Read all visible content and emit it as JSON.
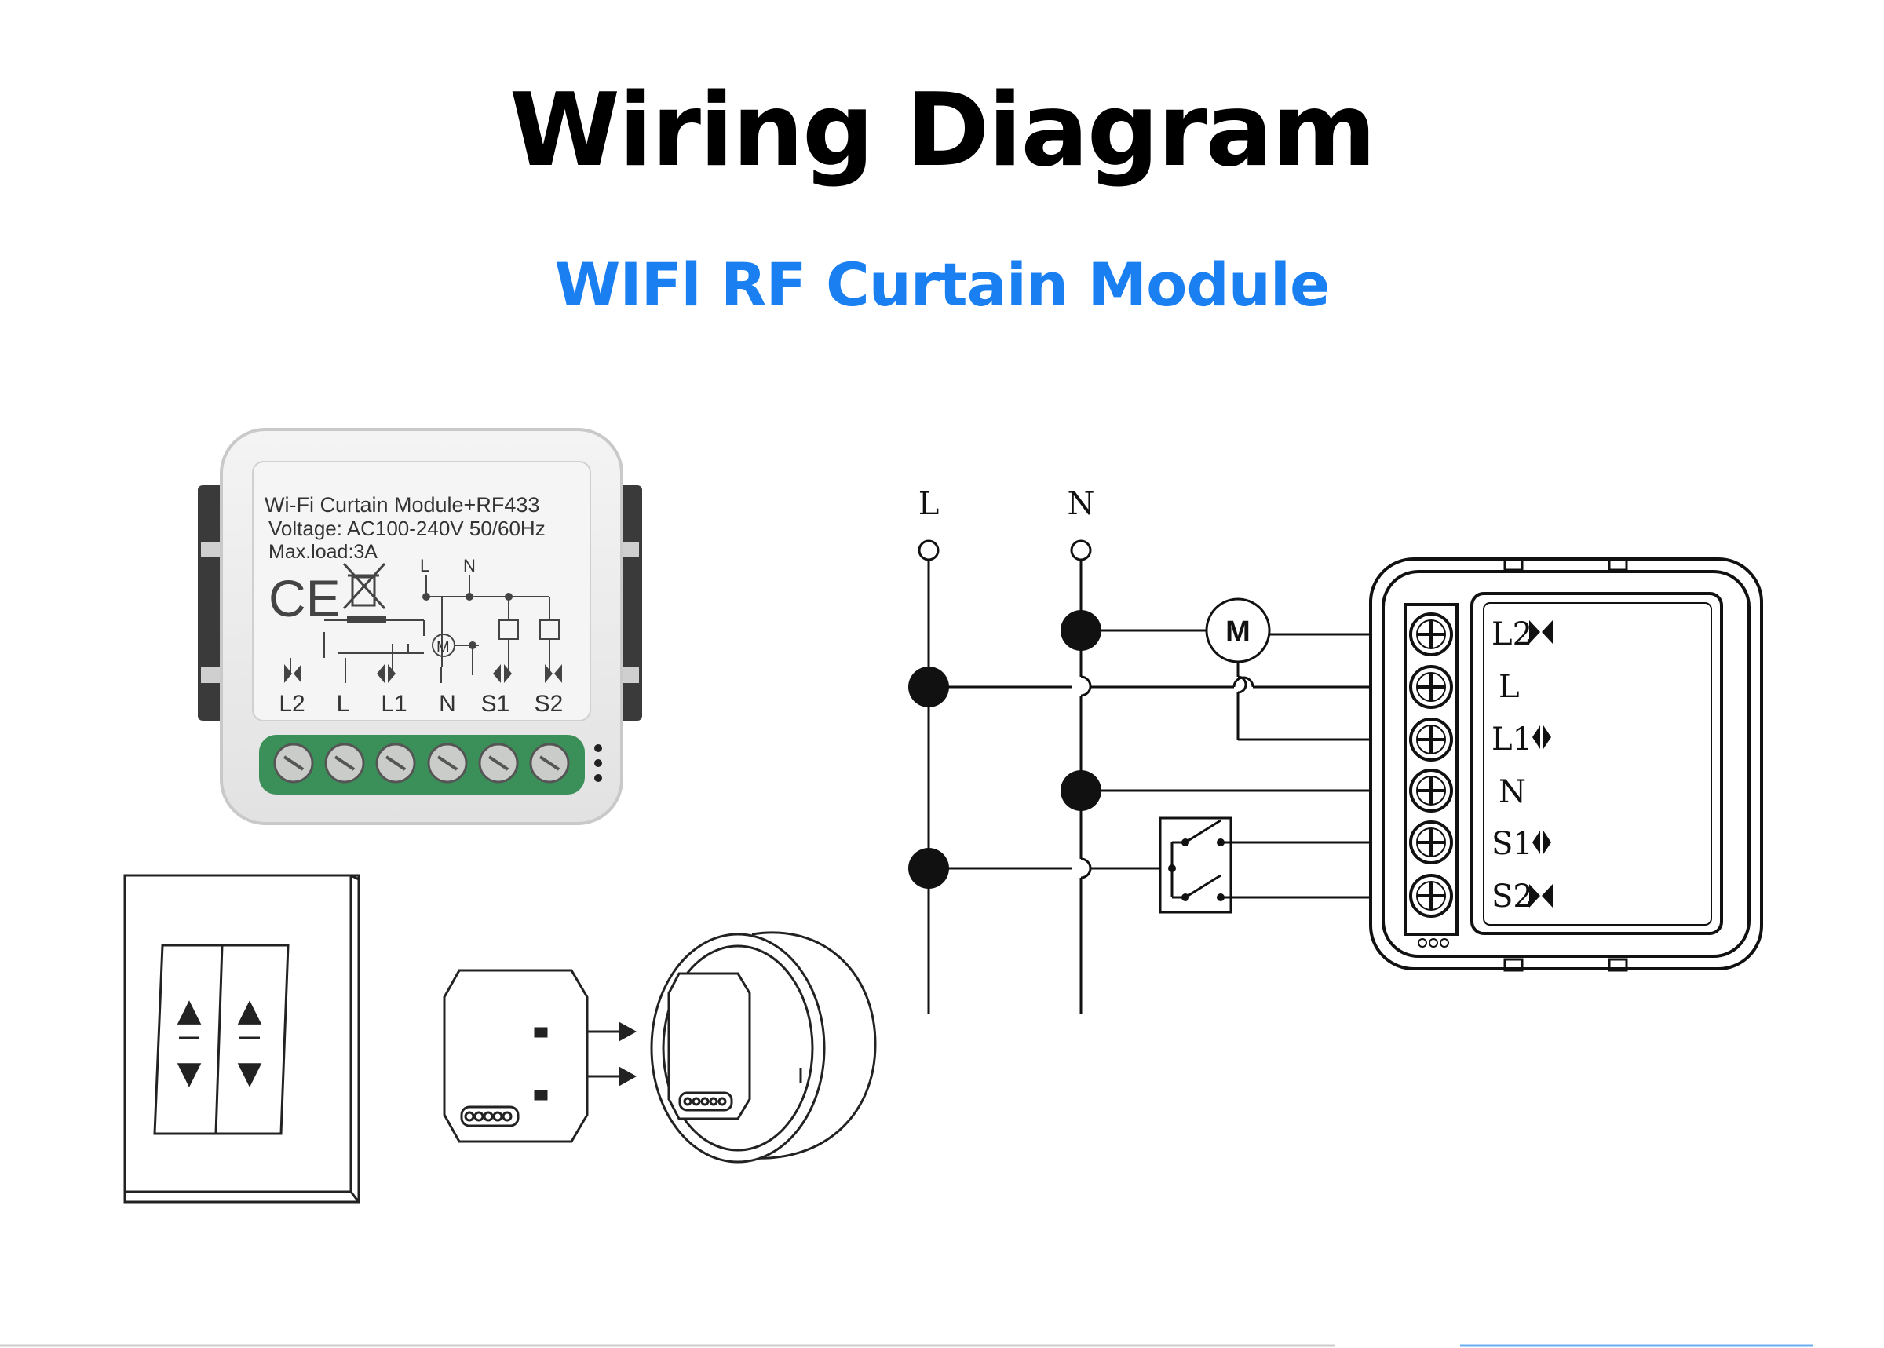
{
  "header": {
    "title": "Wiring Diagram",
    "subtitle": "WIFl RF Curtain Module"
  },
  "colors": {
    "subtitle": "#1a7ff0",
    "terminal_green": "#3b8f58",
    "ink": "#111111"
  },
  "module_photo": {
    "label_line1": "Wi-Fi Curtain Module+RF433",
    "label_line2": "Voltage: AC100-240V 50/60Hz",
    "label_line3": "Max.load:3A",
    "ce_mark": "CE",
    "schematic_L": "L",
    "schematic_N": "N",
    "motor": "M",
    "terminals": [
      "L2",
      "L",
      "L1",
      "N",
      "S1",
      "S2"
    ]
  },
  "schematic": {
    "bus_L": "L",
    "bus_N": "N",
    "motor": "M",
    "terminals": [
      "L2",
      "L",
      "L1",
      "N",
      "S1",
      "S2"
    ]
  },
  "wall_switch": {
    "up_symbol": "▲",
    "down_symbol": "▼"
  }
}
